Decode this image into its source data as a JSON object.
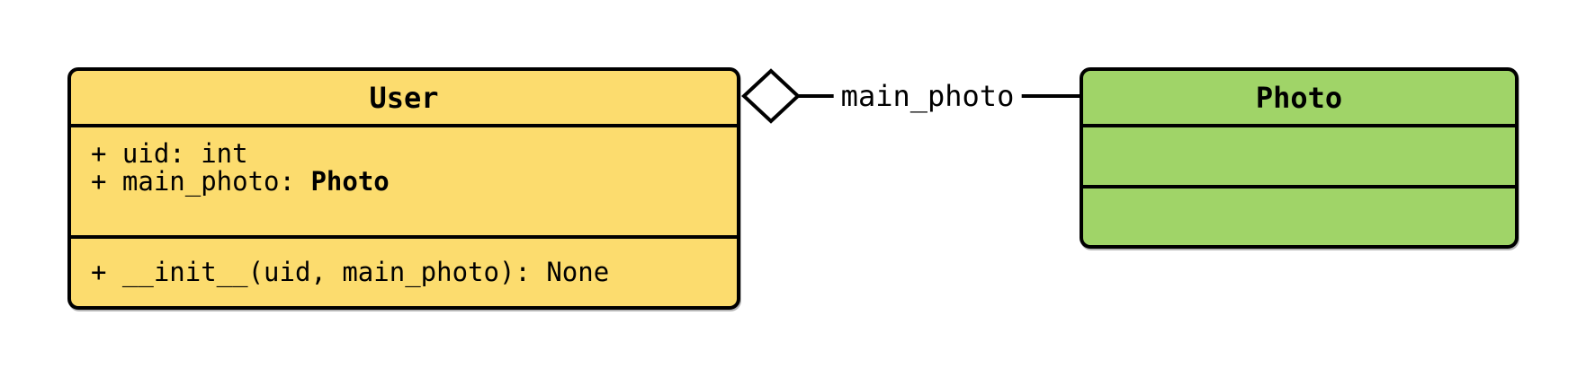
{
  "canvas": {
    "background": "#ffffff"
  },
  "user_class": {
    "title": "User",
    "fill": "#FCDC6E",
    "border_color": "#000000",
    "attributes": [
      {
        "name": "+ uid: ",
        "type": "int"
      },
      {
        "name": "+ main_photo: ",
        "type": "Photo"
      }
    ],
    "methods": [
      {
        "text": "+ __init__(uid, main_photo): None"
      }
    ]
  },
  "photo_class": {
    "title": "Photo",
    "fill": "#A0D468",
    "border_color": "#000000",
    "attributes": [],
    "methods": []
  },
  "relationship": {
    "type": "aggregation",
    "from": "User",
    "to": "Photo",
    "label": "main_photo",
    "diamond_fill": "#FFFFFF",
    "line_color": "#000000"
  }
}
